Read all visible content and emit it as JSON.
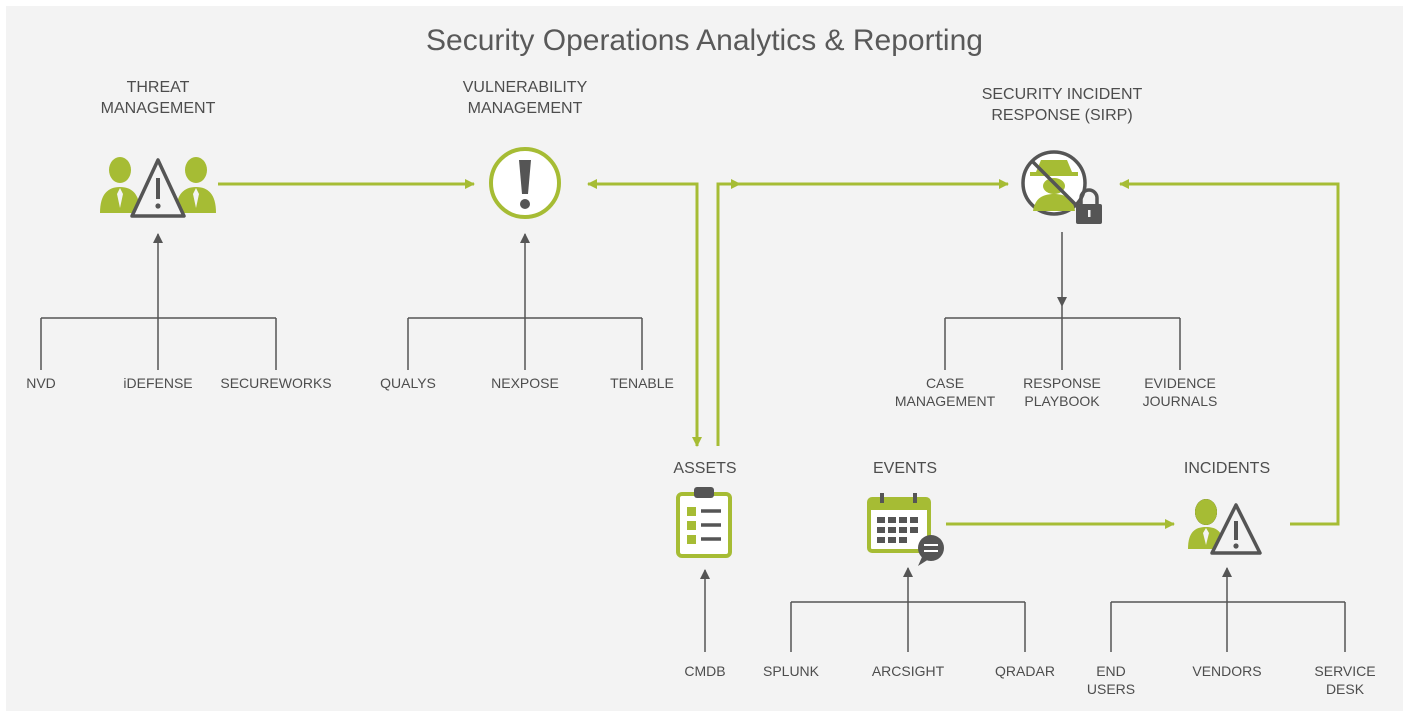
{
  "title": "Security Operations Analytics & Reporting",
  "colors": {
    "accent": "#a6bc34",
    "connector": "#555555",
    "background": "#f3f3f3",
    "text": "#4d4d4d"
  },
  "nodes": {
    "threat": {
      "label_1": "THREAT",
      "label_2": "MANAGEMENT",
      "icon": "users-warning-icon",
      "sources": [
        "NVD",
        "iDEFENSE",
        "SECUREWORKS"
      ]
    },
    "vuln": {
      "label_1": "VULNERABILITY",
      "label_2": "MANAGEMENT",
      "icon": "exclamation-circle-icon",
      "sources": [
        "QUALYS",
        "NEXPOSE",
        "TENABLE"
      ]
    },
    "sirp": {
      "label_1": "SECURITY INCIDENT",
      "label_2": "RESPONSE (SIRP)",
      "icon": "no-spy-lock-icon",
      "outputs": [
        [
          "CASE",
          "MANAGEMENT"
        ],
        [
          "RESPONSE",
          "PLAYBOOK"
        ],
        [
          "EVIDENCE",
          "JOURNALS"
        ]
      ]
    },
    "assets": {
      "label": "ASSETS",
      "icon": "clipboard-checklist-icon",
      "sources": [
        "CMDB"
      ]
    },
    "events": {
      "label": "EVENTS",
      "icon": "calendar-chat-icon",
      "sources": [
        "SPLUNK",
        "ARCSIGHT",
        "QRADAR"
      ]
    },
    "incidents": {
      "label": "INCIDENTS",
      "icon": "user-warning-icon",
      "sources": [
        [
          "END",
          "USERS"
        ],
        [
          "VENDORS"
        ],
        [
          "SERVICE",
          "DESK"
        ]
      ]
    }
  }
}
